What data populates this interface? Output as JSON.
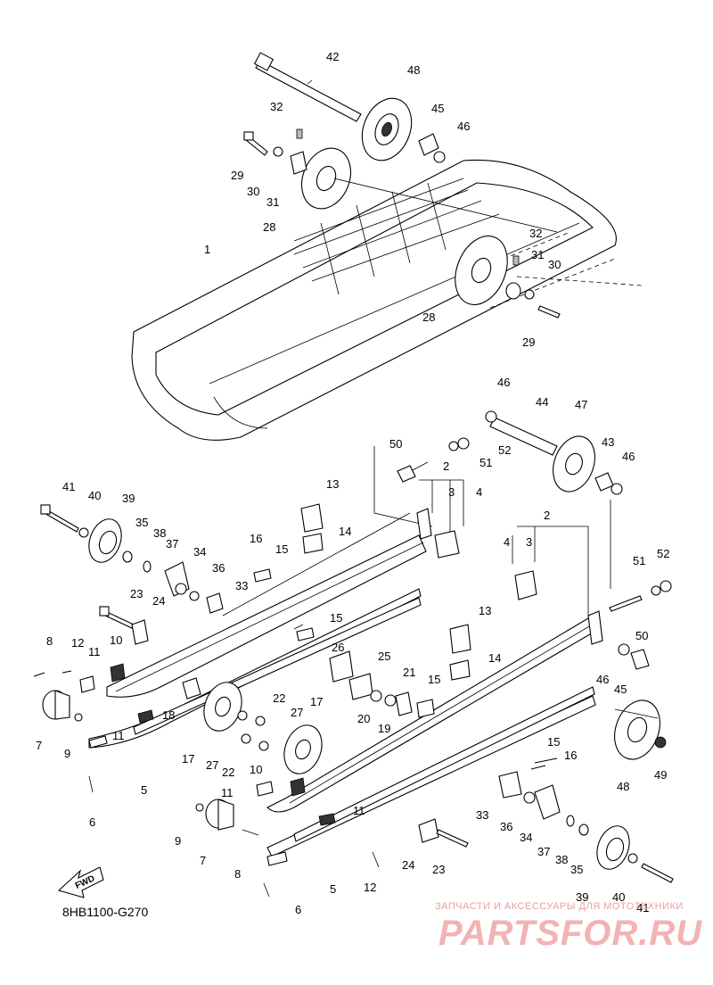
{
  "diagram_code": "8HB1100-G270",
  "watermark": {
    "line1": "ЗАПЧАСТИ И АКСЕССУАРЫ ДЛЯ МОТОТЕХНИКИ",
    "brand": "PARTSFOR.RU"
  },
  "fwd_label": "FWD",
  "callouts": [
    {
      "id": "c42a",
      "text": "42"
    },
    {
      "id": "c48a",
      "text": "48"
    },
    {
      "id": "c45a",
      "text": "45"
    },
    {
      "id": "c46a",
      "text": "46"
    },
    {
      "id": "c32a",
      "text": "32"
    },
    {
      "id": "c29a",
      "text": "29"
    },
    {
      "id": "c30a",
      "text": "30"
    },
    {
      "id": "c31a",
      "text": "31"
    },
    {
      "id": "c28a",
      "text": "28"
    },
    {
      "id": "c1",
      "text": "1"
    },
    {
      "id": "c32b",
      "text": "32"
    },
    {
      "id": "c31b",
      "text": "31"
    },
    {
      "id": "c30b",
      "text": "30"
    },
    {
      "id": "c28b",
      "text": "28"
    },
    {
      "id": "c29b",
      "text": "29"
    },
    {
      "id": "c46b",
      "text": "46"
    },
    {
      "id": "c44",
      "text": "44"
    },
    {
      "id": "c47",
      "text": "47"
    },
    {
      "id": "c50a",
      "text": "50"
    },
    {
      "id": "c52a",
      "text": "52"
    },
    {
      "id": "c51a",
      "text": "51"
    },
    {
      "id": "c43",
      "text": "43"
    },
    {
      "id": "c46c",
      "text": "46"
    },
    {
      "id": "c2a",
      "text": "2"
    },
    {
      "id": "c3a",
      "text": "3"
    },
    {
      "id": "c4a",
      "text": "4"
    },
    {
      "id": "c41a",
      "text": "41"
    },
    {
      "id": "c40a",
      "text": "40"
    },
    {
      "id": "c39a",
      "text": "39"
    },
    {
      "id": "c13a",
      "text": "13"
    },
    {
      "id": "c35a",
      "text": "35"
    },
    {
      "id": "c38a",
      "text": "38"
    },
    {
      "id": "c37a",
      "text": "37"
    },
    {
      "id": "c14a",
      "text": "14"
    },
    {
      "id": "c16a",
      "text": "16"
    },
    {
      "id": "c15a",
      "text": "15"
    },
    {
      "id": "c34a",
      "text": "34"
    },
    {
      "id": "c36a",
      "text": "36"
    },
    {
      "id": "c33a",
      "text": "33"
    },
    {
      "id": "c2b",
      "text": "2"
    },
    {
      "id": "c4b",
      "text": "4"
    },
    {
      "id": "c3b",
      "text": "3"
    },
    {
      "id": "c51b",
      "text": "51"
    },
    {
      "id": "c52b",
      "text": "52"
    },
    {
      "id": "c23a",
      "text": "23"
    },
    {
      "id": "c24a",
      "text": "24"
    },
    {
      "id": "c50b",
      "text": "50"
    },
    {
      "id": "c15b",
      "text": "15"
    },
    {
      "id": "c8a",
      "text": "8"
    },
    {
      "id": "c12a",
      "text": "12"
    },
    {
      "id": "c10a",
      "text": "10"
    },
    {
      "id": "c11a",
      "text": "11"
    },
    {
      "id": "c26",
      "text": "26"
    },
    {
      "id": "c25",
      "text": "25"
    },
    {
      "id": "c13b",
      "text": "13"
    },
    {
      "id": "c14b",
      "text": "14"
    },
    {
      "id": "c46d",
      "text": "46"
    },
    {
      "id": "c45b",
      "text": "45"
    },
    {
      "id": "c21",
      "text": "21"
    },
    {
      "id": "c15c",
      "text": "15"
    },
    {
      "id": "c20",
      "text": "20"
    },
    {
      "id": "c19",
      "text": "19"
    },
    {
      "id": "c18",
      "text": "18"
    },
    {
      "id": "c7a",
      "text": "7"
    },
    {
      "id": "c9a",
      "text": "9"
    },
    {
      "id": "c11b",
      "text": "11"
    },
    {
      "id": "c17a",
      "text": "17"
    },
    {
      "id": "c22a",
      "text": "22"
    },
    {
      "id": "c27a",
      "text": "27"
    },
    {
      "id": "c17b",
      "text": "17"
    },
    {
      "id": "c27b",
      "text": "27"
    },
    {
      "id": "c22b",
      "text": "22"
    },
    {
      "id": "c15d",
      "text": "15"
    },
    {
      "id": "c16b",
      "text": "16"
    },
    {
      "id": "c48b",
      "text": "48"
    },
    {
      "id": "c49",
      "text": "49"
    },
    {
      "id": "c5a",
      "text": "5"
    },
    {
      "id": "c6a",
      "text": "6"
    },
    {
      "id": "c10b",
      "text": "10"
    },
    {
      "id": "c11c",
      "text": "11"
    },
    {
      "id": "c11d",
      "text": "11"
    },
    {
      "id": "c33b",
      "text": "33"
    },
    {
      "id": "c36b",
      "text": "36"
    },
    {
      "id": "c34b",
      "text": "34"
    },
    {
      "id": "c9b",
      "text": "9"
    },
    {
      "id": "c7b",
      "text": "7"
    },
    {
      "id": "c8b",
      "text": "8"
    },
    {
      "id": "c24b",
      "text": "24"
    },
    {
      "id": "c23b",
      "text": "23"
    },
    {
      "id": "c37b",
      "text": "37"
    },
    {
      "id": "c38b",
      "text": "38"
    },
    {
      "id": "c35b",
      "text": "35"
    },
    {
      "id": "c39b",
      "text": "39"
    },
    {
      "id": "c40b",
      "text": "40"
    },
    {
      "id": "c41b",
      "text": "41"
    },
    {
      "id": "c5b",
      "text": "5"
    },
    {
      "id": "c12b",
      "text": "12"
    },
    {
      "id": "c6b",
      "text": "6"
    }
  ]
}
